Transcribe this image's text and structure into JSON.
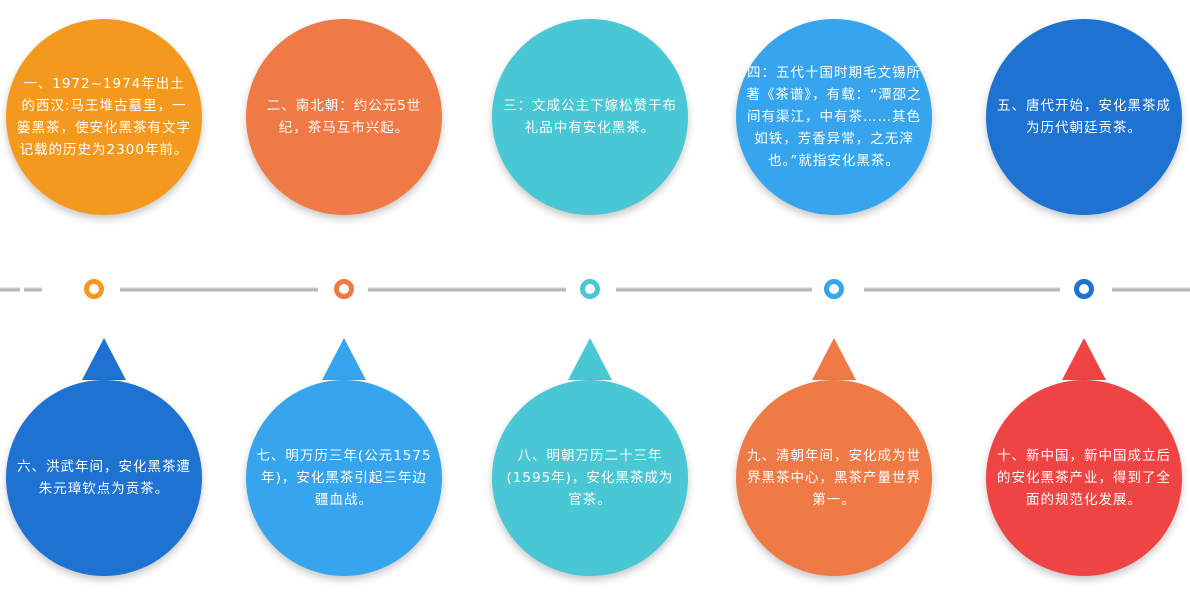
{
  "colors": {
    "orange": "#F39A1E",
    "coral": "#EF7A45",
    "teal": "#49C7D5",
    "sky": "#36A5EE",
    "blue": "#1D72D2",
    "red": "#EE4444"
  },
  "top_items": [
    {
      "text": "一、1972~1974年出土的西汉:马王堆古墓里，一篓黑茶，使安化黑茶有文字记载的历史为2300年前。",
      "color": "orange"
    },
    {
      "text": "二、南北朝：约公元5世纪，茶马互市兴起。",
      "color": "coral"
    },
    {
      "text": "三：文成公主下嫁松赞干布礼品中有安化黑茶。",
      "color": "teal"
    },
    {
      "text": "四：五代十国时期毛文锡所著《茶谱》，有载：“潭邵之间有渠江，中有茶……其色如铁，芳香异常，之无滓也。”就指安化黑茶。",
      "color": "sky"
    },
    {
      "text": "五、唐代开始，安化黑茶成为历代朝廷贡茶。",
      "color": "blue"
    }
  ],
  "bottom_items": [
    {
      "text": "六、洪武年间，安化黑茶遭朱元璋钦点为贡茶。",
      "color": "blue"
    },
    {
      "text": "七、明万历三年(公元1575年)，安化黑茶引起三年边疆血战。",
      "color": "sky"
    },
    {
      "text": "八、明朝万历二十三年(1595年)，安化黑茶成为官茶。",
      "color": "teal"
    },
    {
      "text": "九、清朝年间，安化成为世界黑茶中心，黑茶产量世界第一。",
      "color": "coral"
    },
    {
      "text": "十、新中国，新中国成立后的安化黑茶产业，得到了全面的规范化发展。",
      "color": "red"
    }
  ],
  "nodes": [
    "orange",
    "coral",
    "teal",
    "sky",
    "blue"
  ]
}
